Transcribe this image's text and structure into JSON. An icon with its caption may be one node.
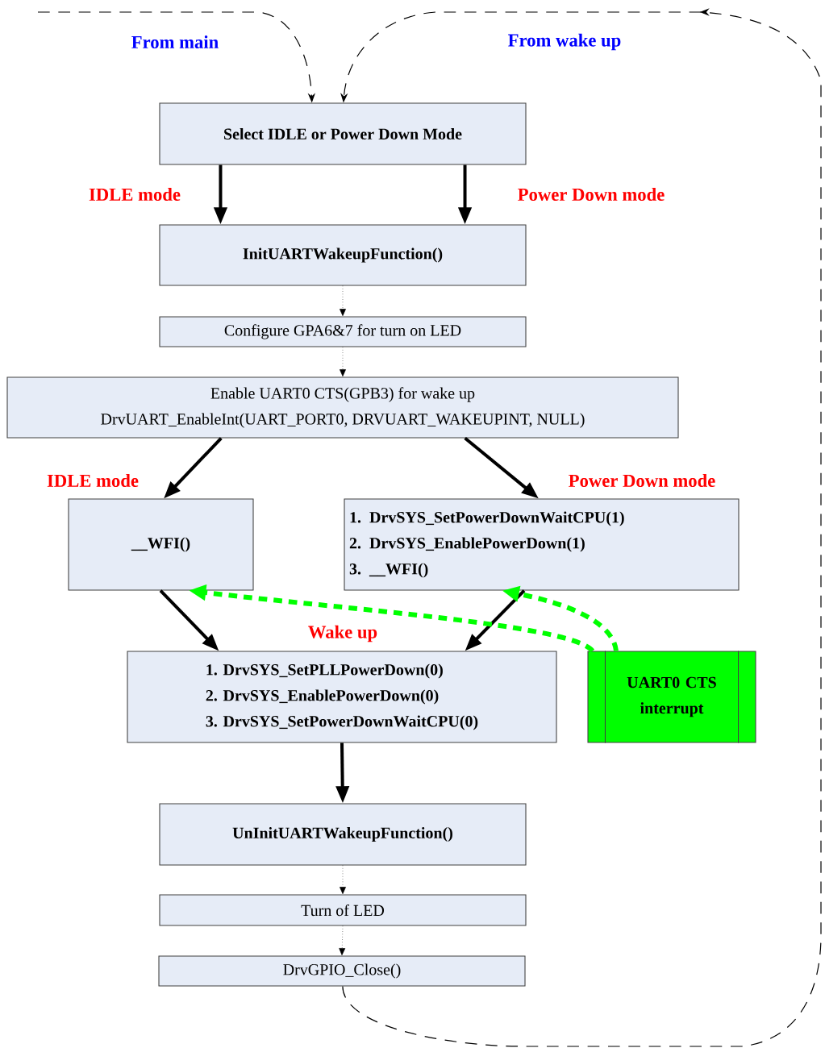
{
  "diagram": {
    "nodes": [
      {
        "text": [
          "Select IDLE or Power Down Mode"
        ]
      },
      {
        "text": [
          "InitUARTWakeupFunction()"
        ]
      },
      {
        "text": [
          "Configure GPA6&7 for turn on LED"
        ]
      },
      {
        "text": [
          "Enable UART0 CTS(GPB3) for wake up",
          "DrvUART_EnableInt(UART_PORT0, DRVUART_WAKEUPINT, NULL)"
        ]
      },
      {
        "text": [
          "__WFI()"
        ]
      },
      {
        "text": [
          "1. DrvSYS_SetPowerDownWaitCPU(1)",
          "2. DrvSYS_EnablePowerDown(1)",
          "3. __WFI()"
        ]
      },
      {
        "text": [
          "1. DrvSYS_SetPLLPowerDown(0)",
          "2. DrvSYS_EnablePowerDown(0)",
          "3. DrvSYS_SetPowerDownWaitCPU(0)"
        ]
      },
      {
        "text": [
          "UART0 CTS interrupt"
        ]
      },
      {
        "text": [
          "UnInitUARTWakeupFunction()"
        ]
      },
      {
        "text": [
          "Turn of LED"
        ]
      },
      {
        "text": [
          "DrvGPIO_Close()"
        ]
      }
    ],
    "edges": [
      {
        "from": null,
        "to": 0,
        "arrow": "to",
        "style": "dashed",
        "label": "From main"
      },
      {
        "from": 10,
        "to": 0,
        "arrow": "to",
        "style": "dashed",
        "label": "From wake up"
      },
      {
        "from": 0,
        "to": 1,
        "arrow": "to",
        "label": "IDLE mode"
      },
      {
        "from": 0,
        "to": 1,
        "arrow": "to",
        "label": "Power Down mode"
      },
      {
        "from": 1,
        "to": 2,
        "arrow": "to",
        "style": "dashed"
      },
      {
        "from": 2,
        "to": 3,
        "arrow": "to",
        "style": "dashed"
      },
      {
        "from": 3,
        "to": 4,
        "arrow": "to",
        "label": "IDLE mode"
      },
      {
        "from": 3,
        "to": 5,
        "arrow": "to",
        "label": "Power Down mode"
      },
      {
        "from": 4,
        "to": 6,
        "arrow": "to"
      },
      {
        "from": 5,
        "to": 6,
        "arrow": "to"
      },
      {
        "from": 7,
        "to": 4,
        "arrow": "to",
        "style": "dashed",
        "color": "#00ff00"
      },
      {
        "from": 7,
        "to": 5,
        "arrow": "to",
        "style": "dashed",
        "color": "#00ff00"
      },
      {
        "from": 6,
        "to": 8,
        "arrow": "to"
      },
      {
        "from": 8,
        "to": 9,
        "arrow": "to",
        "style": "dashed"
      },
      {
        "from": 9,
        "to": 10,
        "arrow": "to",
        "style": "dashed"
      }
    ],
    "labels": [
      "Wake up"
    ]
  }
}
